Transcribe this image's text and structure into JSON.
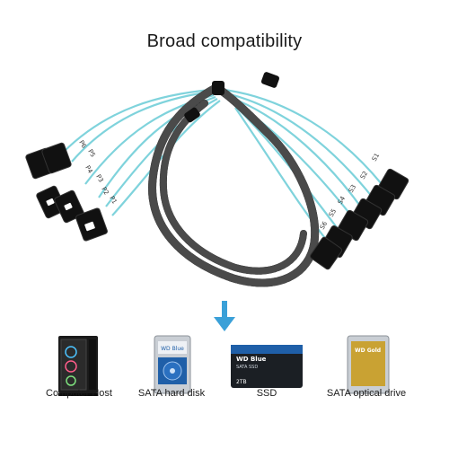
{
  "header": {
    "title": "Broad compatibility"
  },
  "cable": {
    "left_labels": [
      "P6",
      "P5",
      "P4",
      "P3",
      "P2",
      "P1"
    ],
    "right_labels": [
      "S1",
      "S2",
      "S3",
      "S4",
      "S5",
      "S6"
    ]
  },
  "devices": [
    {
      "label": "Computer Host",
      "icon": "computer-tower-icon"
    },
    {
      "label": "SATA hard disk",
      "icon": "hard-disk-icon",
      "drive_text": "WD Blue"
    },
    {
      "label": "SSD",
      "icon": "ssd-icon",
      "brand": "WD Blue",
      "subtext": "SATA SSD",
      "capacity": "2TB"
    },
    {
      "label": "SATA optical drive",
      "icon": "optical-drive-icon",
      "brand": "WD Gold"
    }
  ],
  "colors": {
    "cable_teal": "#7fd3dc",
    "sleeve_black": "#1c1c1c",
    "arrow_blue": "#3aa0d8",
    "wd_blue": "#1f5fa8",
    "wd_gold": "#c9a233"
  }
}
